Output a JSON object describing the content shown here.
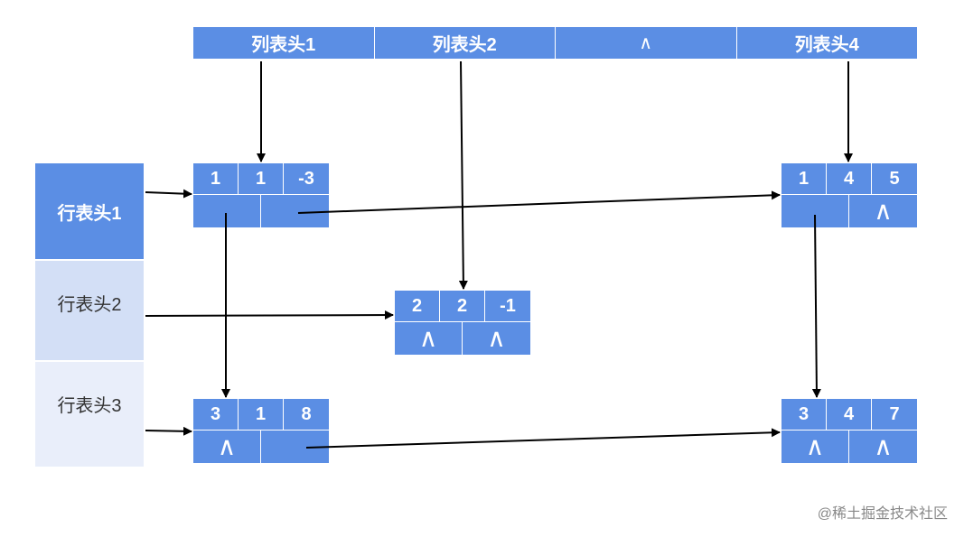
{
  "column_headers": [
    "列表头1",
    "列表头2",
    "∧",
    "列表头4"
  ],
  "row_headers": [
    "行表头1",
    "行表头2",
    "行表头3"
  ],
  "colors": {
    "cell": "#5b8ee4",
    "row1": "#5b8ee4",
    "row2": "#d3dff6",
    "row3": "#e9eefa",
    "arrow": "#000000"
  },
  "nodes": [
    {
      "row": "1",
      "col": "1",
      "val": "-3",
      "right": "",
      "down": ""
    },
    {
      "row": "1",
      "col": "4",
      "val": "5",
      "right": "∧",
      "down": ""
    },
    {
      "row": "2",
      "col": "2",
      "val": "-1",
      "right": "∧",
      "down": "∧"
    },
    {
      "row": "3",
      "col": "1",
      "val": "8",
      "right": "",
      "down": "∧"
    },
    {
      "row": "3",
      "col": "4",
      "val": "7",
      "right": "∧",
      "down": "∧"
    }
  ],
  "watermark": "@稀土掘金技术社区"
}
